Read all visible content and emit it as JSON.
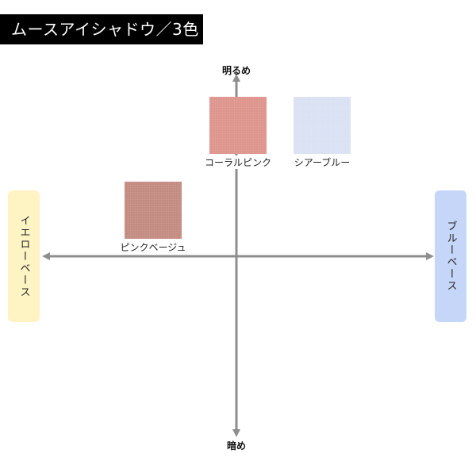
{
  "title": "ムースアイシャドウ／3色",
  "axes": {
    "top_label": "明るめ",
    "bottom_label": "暗め",
    "left_label": "イエローベース",
    "right_label": "ブルーベース"
  },
  "swatches": [
    {
      "name": "コーラルピンク",
      "color": "#dd948c"
    },
    {
      "name": "シアーブルー",
      "color": "#d9e1f3"
    },
    {
      "name": "ピンクベージュ",
      "color": "#c38a80"
    }
  ],
  "colors": {
    "axis": "#8e8e8e",
    "yellow_base_bg": "#fdf3c3",
    "blue_base_bg": "#c6d6f8"
  }
}
